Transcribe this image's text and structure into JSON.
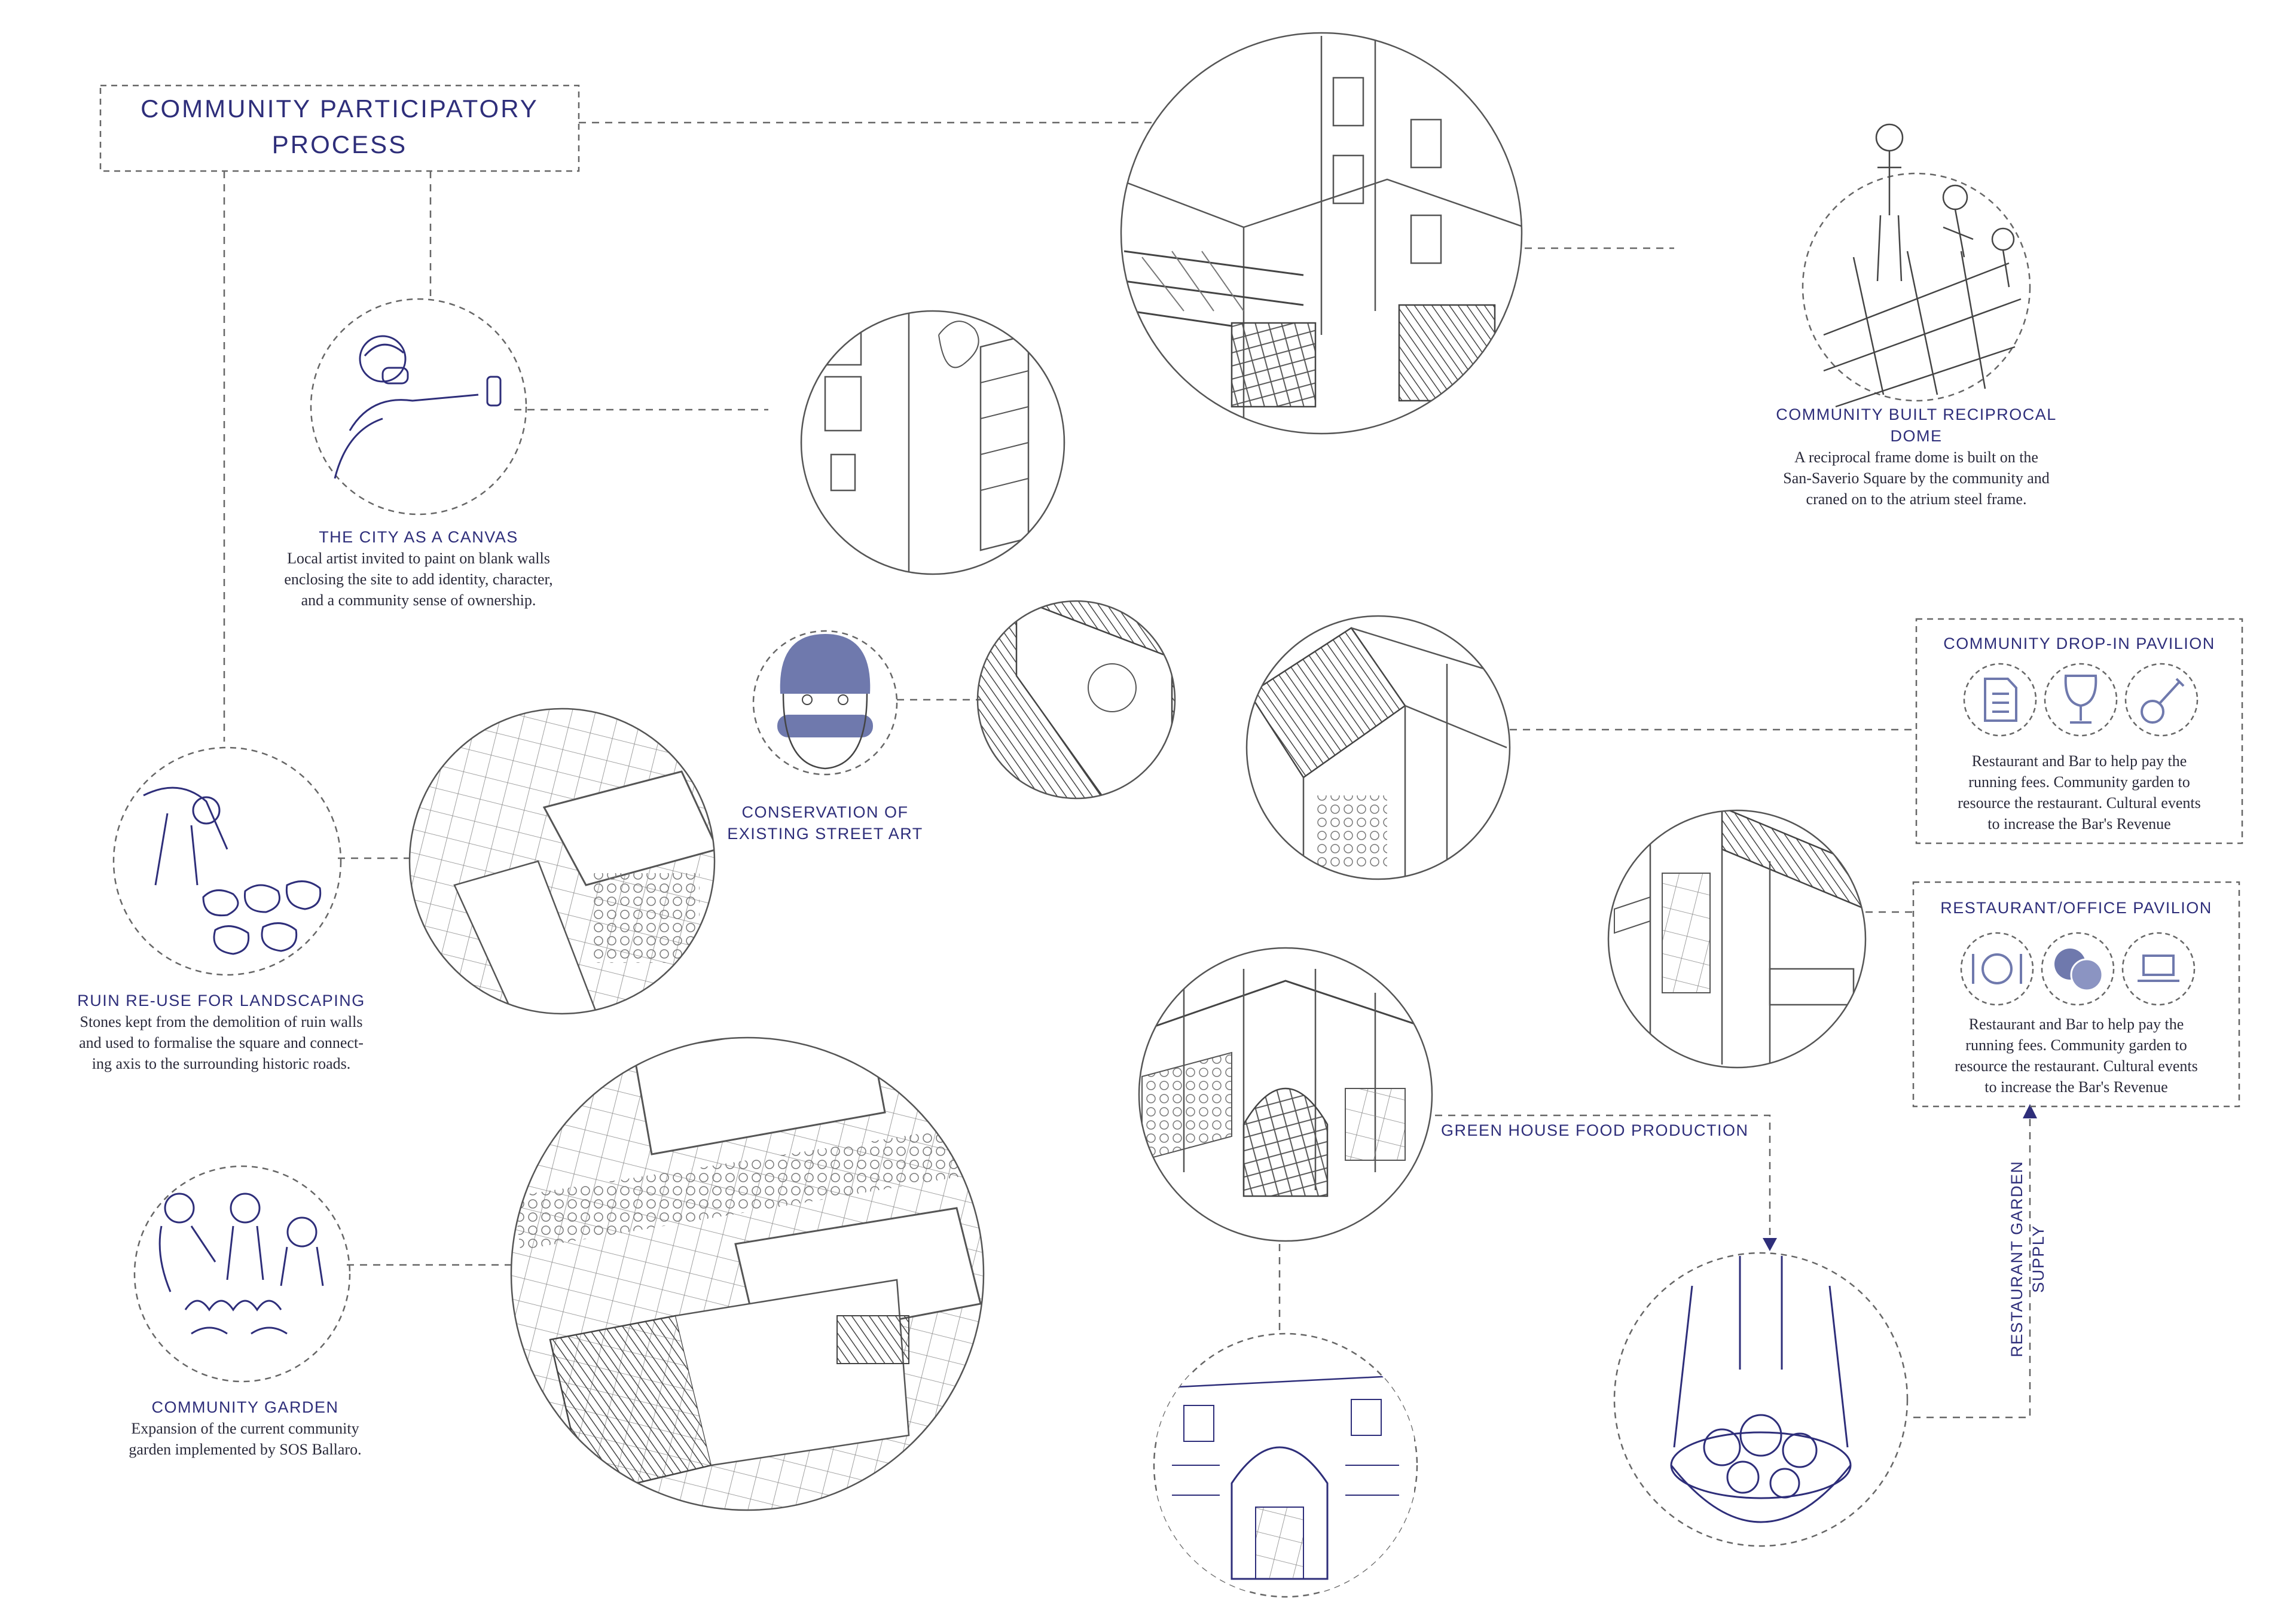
{
  "title": {
    "line1": "COMMUNITY PARTICIPATORY",
    "line2": "PROCESS"
  },
  "city_canvas": {
    "title": "THE CITY AS A CANVAS",
    "lines": [
      "Local artist invited to paint on blank walls",
      "enclosing the site to add identity, character,",
      "and a community sense of ownership."
    ]
  },
  "reciprocal_dome": {
    "title": "COMMUNITY BUILT RECIPROCAL DOME",
    "lines": [
      "A reciprocal frame dome is built on the",
      "San-Saverio Square by the community and",
      "craned on to the atrium steel frame."
    ]
  },
  "street_art": {
    "title": [
      "CONSERVATION OF",
      "EXISTING STREET ART"
    ]
  },
  "drop_in_pavilion": {
    "title": "COMMUNITY DROP-IN PAVILION",
    "icons": [
      "document-icon",
      "wine-glass-icon",
      "guitar-icon"
    ],
    "lines": [
      "Restaurant and Bar to help pay the",
      "running fees. Community garden to",
      "resource the restaurant. Cultural events",
      "to increase the Bar's Revenue"
    ]
  },
  "restaurant_pavilion": {
    "title": "RESTAURANT/OFFICE PAVILION",
    "icons": [
      "plate-cutlery-icon",
      "coins-icon",
      "laptop-icon"
    ],
    "lines": [
      "Restaurant and Bar to help pay the",
      "running fees. Community garden to",
      "resource the restaurant. Cultural events",
      "to increase the Bar's Revenue"
    ]
  },
  "ruin_reuse": {
    "title": "RUIN RE-USE FOR LANDSCAPING",
    "lines": [
      "Stones kept from the demolition of ruin walls",
      "and used to formalise the square and connect-",
      "ing axis to the surrounding  historic roads."
    ]
  },
  "community_garden": {
    "title": "COMMUNITY GARDEN",
    "lines": [
      "Expansion of the current community",
      "garden implemented by SOS Ballaro."
    ]
  },
  "green_house": {
    "title": "GREEN HOUSE FOOD PRODUCTION"
  },
  "garden_supply": {
    "title": "RESTAURANT GARDEN SUPPLY"
  },
  "colors": {
    "accent": "#2e2e7a",
    "line": "#555555",
    "icon_fill": "#6f79ad"
  }
}
